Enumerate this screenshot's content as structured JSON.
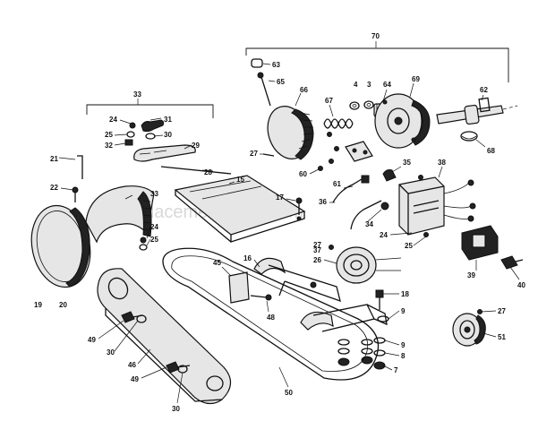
{
  "watermark": "eReplacementParts.com",
  "labels": [
    {
      "id": "70",
      "text": "70"
    },
    {
      "id": "63",
      "text": "63"
    },
    {
      "id": "65",
      "text": "65"
    },
    {
      "id": "66",
      "text": "66"
    },
    {
      "id": "67",
      "text": "67"
    },
    {
      "id": "4",
      "text": "4"
    },
    {
      "id": "3",
      "text": "3"
    },
    {
      "id": "64",
      "text": "64"
    },
    {
      "id": "69",
      "text": "69"
    },
    {
      "id": "62",
      "text": "62"
    },
    {
      "id": "68",
      "text": "68"
    },
    {
      "id": "33a",
      "text": "33"
    },
    {
      "id": "24a",
      "text": "24"
    },
    {
      "id": "31",
      "text": "31"
    },
    {
      "id": "25a",
      "text": "25"
    },
    {
      "id": "30a",
      "text": "30"
    },
    {
      "id": "32",
      "text": "32"
    },
    {
      "id": "29",
      "text": "29"
    },
    {
      "id": "27a",
      "text": "27"
    },
    {
      "id": "60",
      "text": "60"
    },
    {
      "id": "35",
      "text": "35"
    },
    {
      "id": "38",
      "text": "38"
    },
    {
      "id": "21",
      "text": "21"
    },
    {
      "id": "28",
      "text": "28"
    },
    {
      "id": "22",
      "text": "22"
    },
    {
      "id": "15",
      "text": "15"
    },
    {
      "id": "61",
      "text": "61"
    },
    {
      "id": "33b",
      "text": "33"
    },
    {
      "id": "17",
      "text": "17"
    },
    {
      "id": "36",
      "text": "36"
    },
    {
      "id": "34",
      "text": "34"
    },
    {
      "id": "24b",
      "text": "24"
    },
    {
      "id": "25b",
      "text": "25"
    },
    {
      "id": "37",
      "text": "37"
    },
    {
      "id": "27b",
      "text": "27"
    },
    {
      "id": "24c",
      "text": "24"
    },
    {
      "id": "25c",
      "text": "25"
    },
    {
      "id": "26",
      "text": "26"
    },
    {
      "id": "39",
      "text": "39"
    },
    {
      "id": "40",
      "text": "40"
    },
    {
      "id": "16",
      "text": "16"
    },
    {
      "id": "45",
      "text": "45"
    },
    {
      "id": "19",
      "text": "19"
    },
    {
      "id": "20",
      "text": "20"
    },
    {
      "id": "48",
      "text": "48"
    },
    {
      "id": "18",
      "text": "18"
    },
    {
      "id": "9a",
      "text": "9"
    },
    {
      "id": "49a",
      "text": "49"
    },
    {
      "id": "27c",
      "text": "27"
    },
    {
      "id": "30b",
      "text": "30"
    },
    {
      "id": "51",
      "text": "51"
    },
    {
      "id": "46",
      "text": "46"
    },
    {
      "id": "9b",
      "text": "9"
    },
    {
      "id": "8",
      "text": "8"
    },
    {
      "id": "7",
      "text": "7"
    },
    {
      "id": "49b",
      "text": "49"
    },
    {
      "id": "50",
      "text": "50"
    },
    {
      "id": "30c",
      "text": "30"
    }
  ]
}
